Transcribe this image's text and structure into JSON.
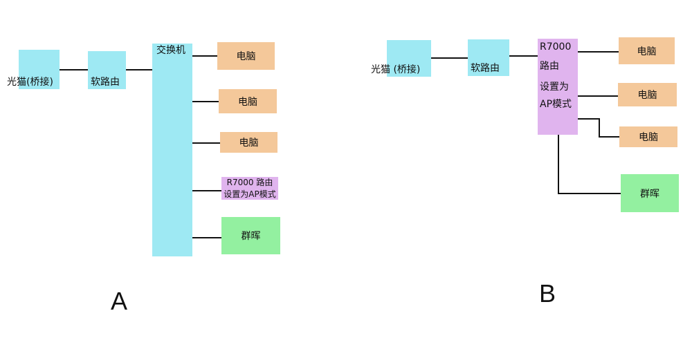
{
  "diagram_a": {
    "caption": "A",
    "modem": "光猫(桥接)",
    "soft_router": "软路由",
    "switch": "交换机",
    "pc1": "电脑",
    "pc2": "电脑",
    "pc3": "电脑",
    "ap_line1": "R7000 路由",
    "ap_line2": "设置为AP模式",
    "nas": "群晖"
  },
  "diagram_b": {
    "caption": "B",
    "modem": "光猫 (桥接)",
    "soft_router": "软路由",
    "router_line1": "R7000",
    "router_line2": "路由",
    "router_line3": "设置为",
    "router_line4": "AP模式",
    "pc1": "电脑",
    "pc2": "电脑",
    "pc3": "电脑",
    "nas": "群晖"
  },
  "colors": {
    "cyan": "#9ee9f3",
    "orange": "#f4c89a",
    "purple": "#e0b4ee",
    "green": "#93f0a0",
    "line": "#111111"
  }
}
